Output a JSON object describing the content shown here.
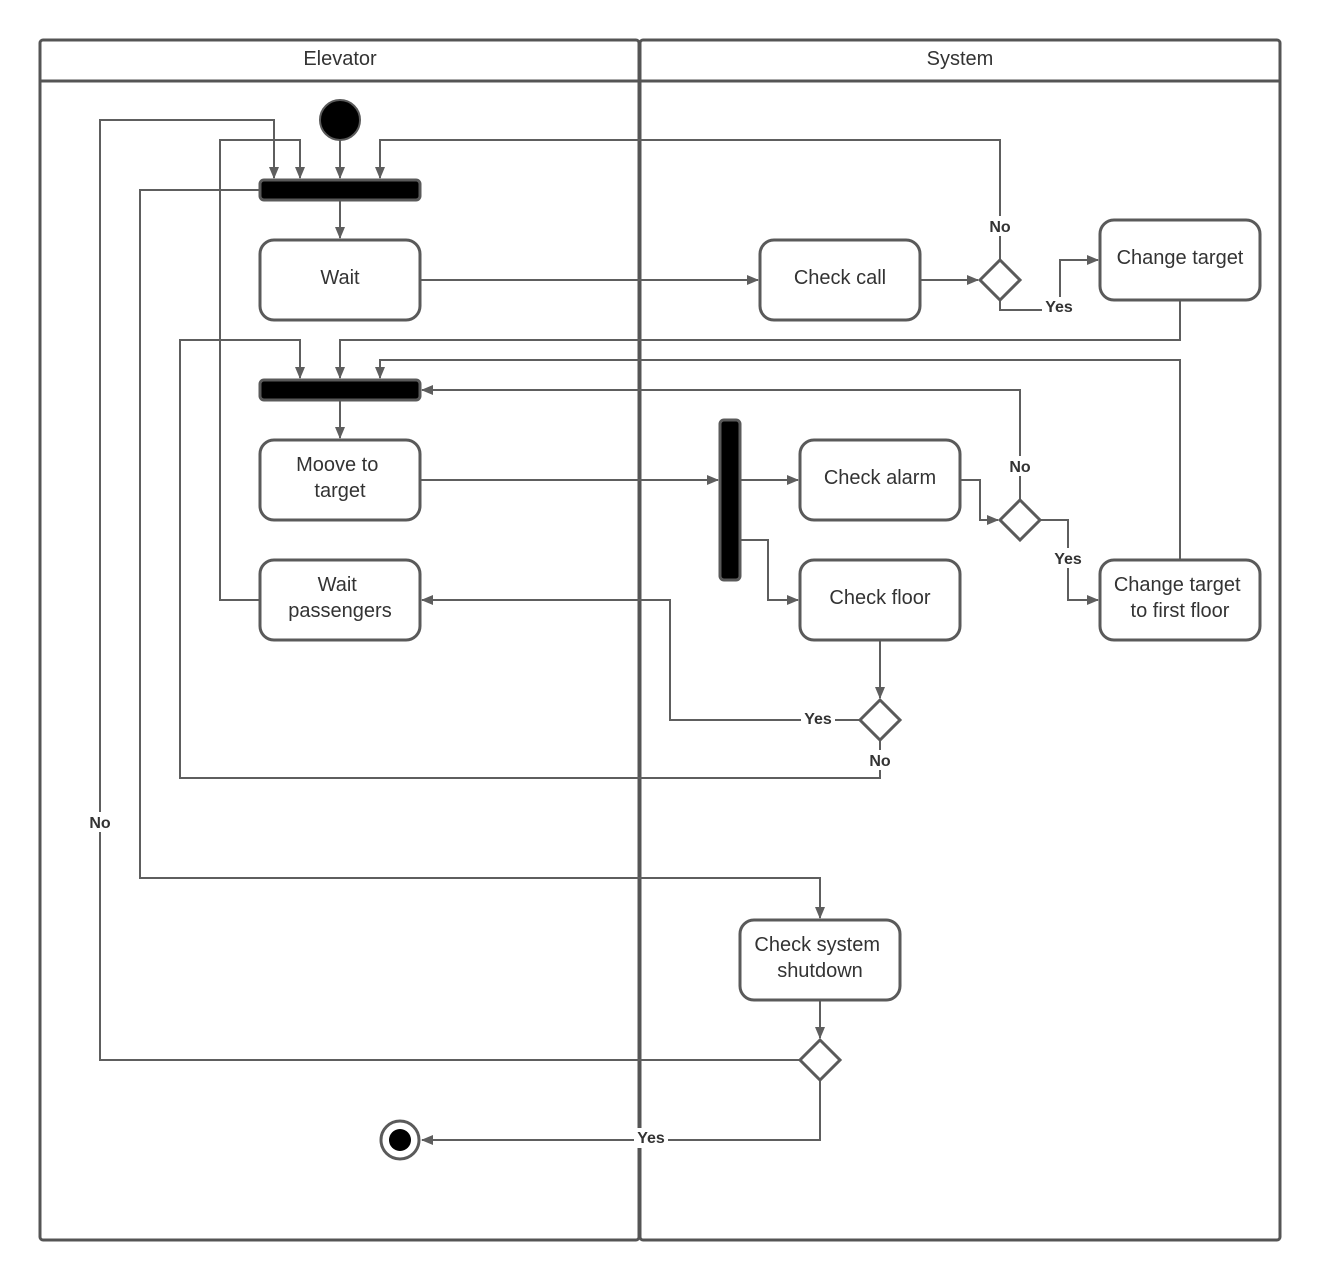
{
  "lanes": {
    "elevator": "Elevator",
    "system": "System"
  },
  "actions": {
    "wait": [
      "Wait"
    ],
    "check_call": [
      "Check call"
    ],
    "change_target": [
      "Change target"
    ],
    "moove_to_target": [
      "Moove to",
      "target"
    ],
    "check_alarm": [
      "Check alarm"
    ],
    "check_floor": [
      "Check floor"
    ],
    "change_target_first_floor": [
      "Change target",
      "to first floor"
    ],
    "wait_passengers": [
      "Wait",
      "passengers"
    ],
    "check_system_shutdown": [
      "Check system",
      "shutdown"
    ]
  },
  "guards": {
    "call_no": "No",
    "call_yes": "Yes",
    "alarm_no": "No",
    "alarm_yes": "Yes",
    "floor_yes": "Yes",
    "floor_no": "No",
    "shutdown_no": "No",
    "shutdown_yes": "Yes"
  },
  "colors": {
    "stroke": "#5a5a5a",
    "fill": "#ffffff",
    "bar": "#000000",
    "text": "#333333"
  }
}
